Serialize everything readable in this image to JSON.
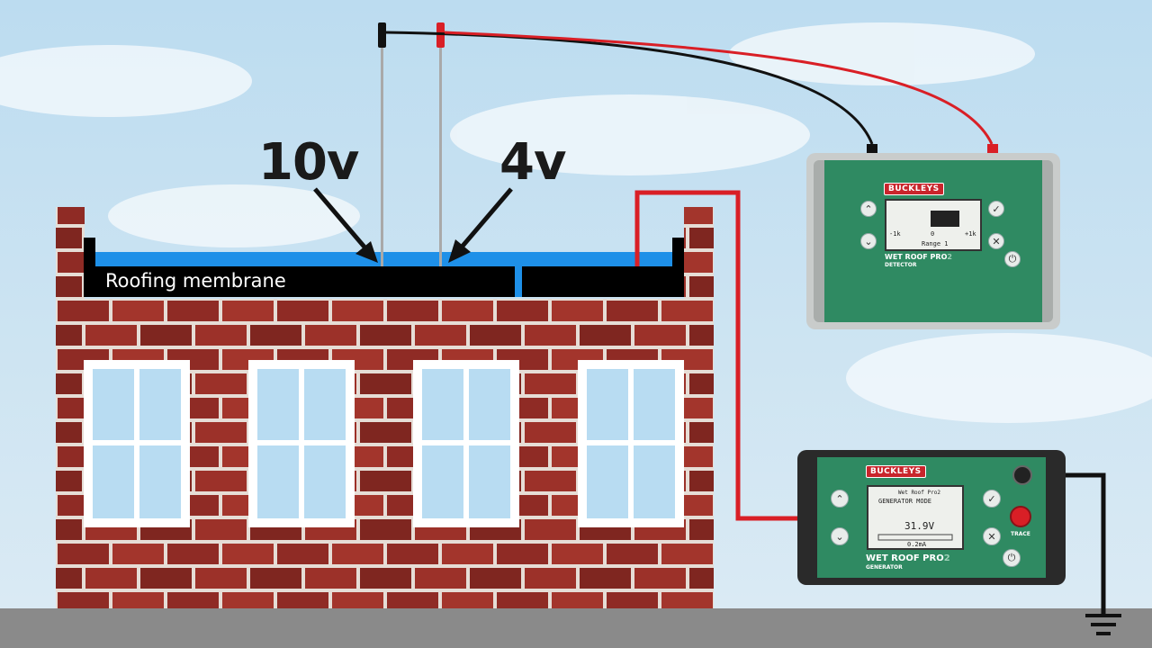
{
  "labels": {
    "voltage_left": "10v",
    "voltage_right": "4v",
    "membrane": "Roofing membrane"
  },
  "detector": {
    "brand": "BUCKLEYS",
    "model": "WET ROOF PRO",
    "model_suffix": "2",
    "kind": "DETECTOR",
    "scale_left": "-1k",
    "scale_mid": "0",
    "scale_right": "+1k",
    "range": "Range 1"
  },
  "generator": {
    "brand": "BUCKLEYS",
    "model": "WET ROOF PRO",
    "model_suffix": "2",
    "kind": "GENERATOR",
    "screen_title": "Wet Roof Pro2",
    "mode": "GENERATOR MODE",
    "voltage": "31.9V",
    "current": "0.2mA",
    "trace": "TRACE"
  },
  "colors": {
    "sky": "#cfe6f3",
    "brick": "#8f2b25",
    "mortar": "#e9e2dc",
    "water": "#1e90e8",
    "device_green": "#2f8a62",
    "red_lead": "#d91f26",
    "black_lead": "#111111",
    "ground": "#8a8a8a"
  }
}
